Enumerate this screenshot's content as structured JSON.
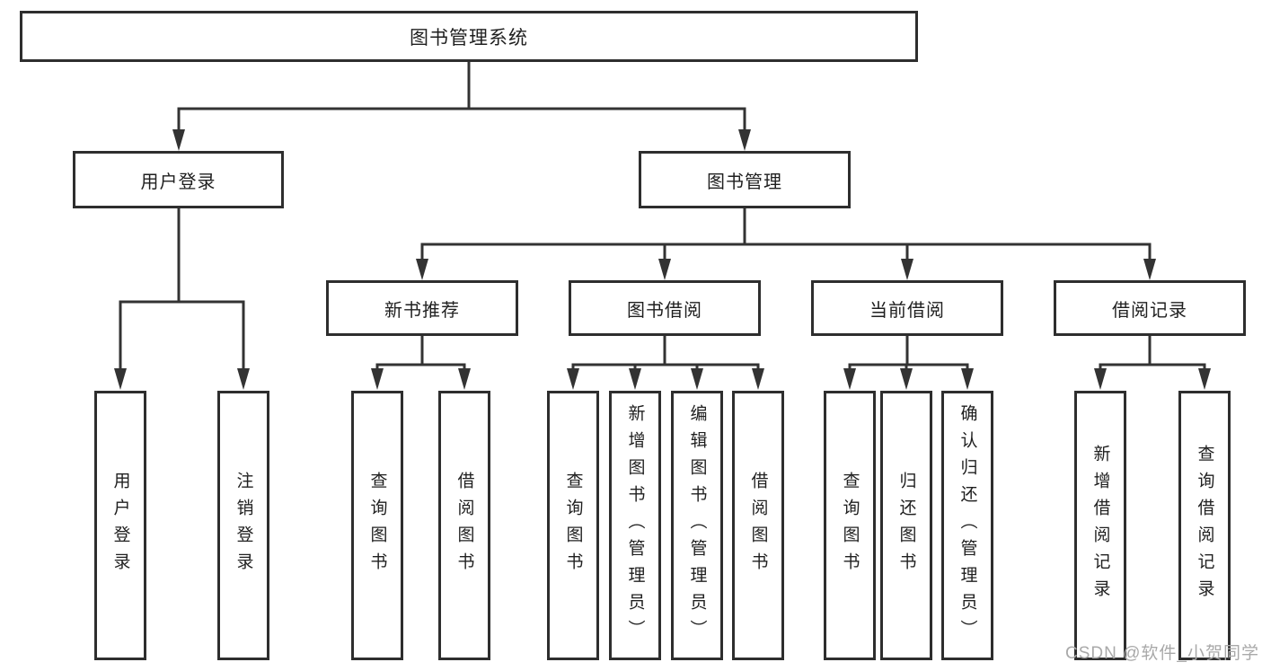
{
  "diagram": {
    "type": "hierarchy-tree",
    "colors": {
      "line": "#333333",
      "box_border": "#2e2e2e",
      "box_fill": "#ffffff",
      "text": "#1f1f1f",
      "watermark": "#a9a9a9",
      "background": "#ffffff"
    },
    "nodes": {
      "root": {
        "label": "图书管理系统"
      },
      "user_login": {
        "label": "用户登录",
        "children": [
          {
            "label": "用户登录"
          },
          {
            "label": "注销登录"
          }
        ]
      },
      "book_management": {
        "label": "图书管理",
        "children": [
          {
            "label": "新书推荐",
            "children": [
              {
                "label": "查询图书"
              },
              {
                "label": "借阅图书"
              }
            ]
          },
          {
            "label": "图书借阅",
            "children": [
              {
                "label": "查询图书"
              },
              {
                "label": "新增图书（管理员）"
              },
              {
                "label": "编辑图书（管理员）"
              },
              {
                "label": "借阅图书"
              }
            ]
          },
          {
            "label": "当前借阅",
            "children": [
              {
                "label": "查询图书"
              },
              {
                "label": "归还图书"
              },
              {
                "label": "确认归还（管理员）"
              }
            ]
          },
          {
            "label": "借阅记录",
            "children": [
              {
                "label": "新增借阅记录"
              },
              {
                "label": "查询借阅记录"
              }
            ]
          }
        ]
      }
    }
  },
  "watermark": {
    "text": "CSDN @软件_小贺同学"
  }
}
